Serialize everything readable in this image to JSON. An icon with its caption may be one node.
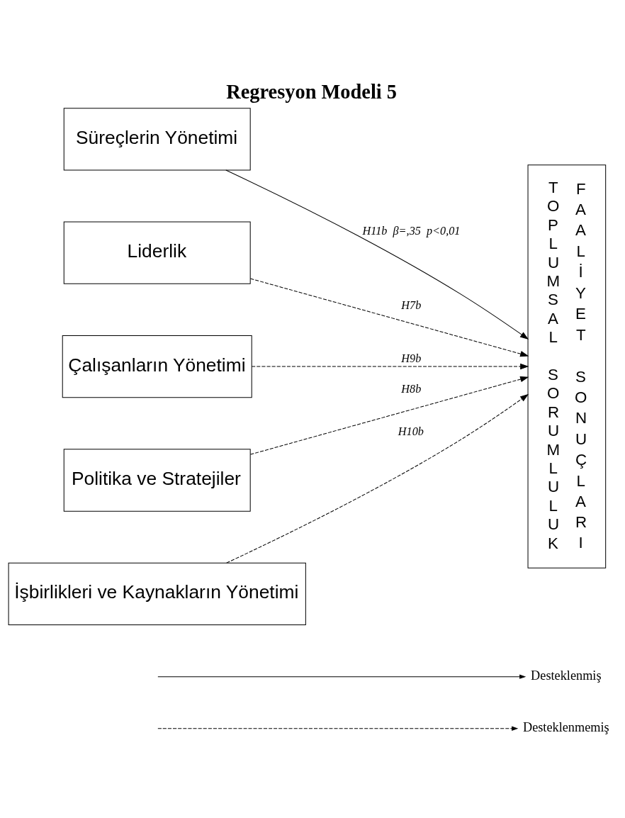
{
  "diagram": {
    "title": "Regresyon Modeli 5",
    "nodes": [
      {
        "text": [
          "Süreçlerin Yönetimi"
        ]
      },
      {
        "text": [
          "Liderlik"
        ]
      },
      {
        "text": [
          "Çalışanların Yönetimi"
        ]
      },
      {
        "text": [
          "Politika ve Stratejiler"
        ]
      },
      {
        "text": [
          "İşbirlikleri ve Kaynakların Yönetimi"
        ]
      },
      {
        "text": [
          "TOPLUMSAL SORUMLULUK",
          "FAALİYET SONUÇLARI"
        ]
      }
    ],
    "edges": [
      {
        "from": 0,
        "to": 5,
        "arrow": "to",
        "label": "H11b  β=,35  p<0,01"
      },
      {
        "from": 1,
        "to": 5,
        "arrow": "to",
        "label": "H7b",
        "style": "dashed"
      },
      {
        "from": 2,
        "to": 5,
        "arrow": "to",
        "label": "H9b",
        "style": "dashed"
      },
      {
        "from": 3,
        "to": 5,
        "arrow": "to",
        "label": "H8b",
        "style": "dashed"
      },
      {
        "from": 4,
        "to": 5,
        "arrow": "to",
        "label": "H10b",
        "style": "dashed"
      }
    ],
    "legend": [
      {
        "text": "Desteklenmiş"
      },
      {
        "text": "Desteklenmemiş"
      }
    ]
  }
}
